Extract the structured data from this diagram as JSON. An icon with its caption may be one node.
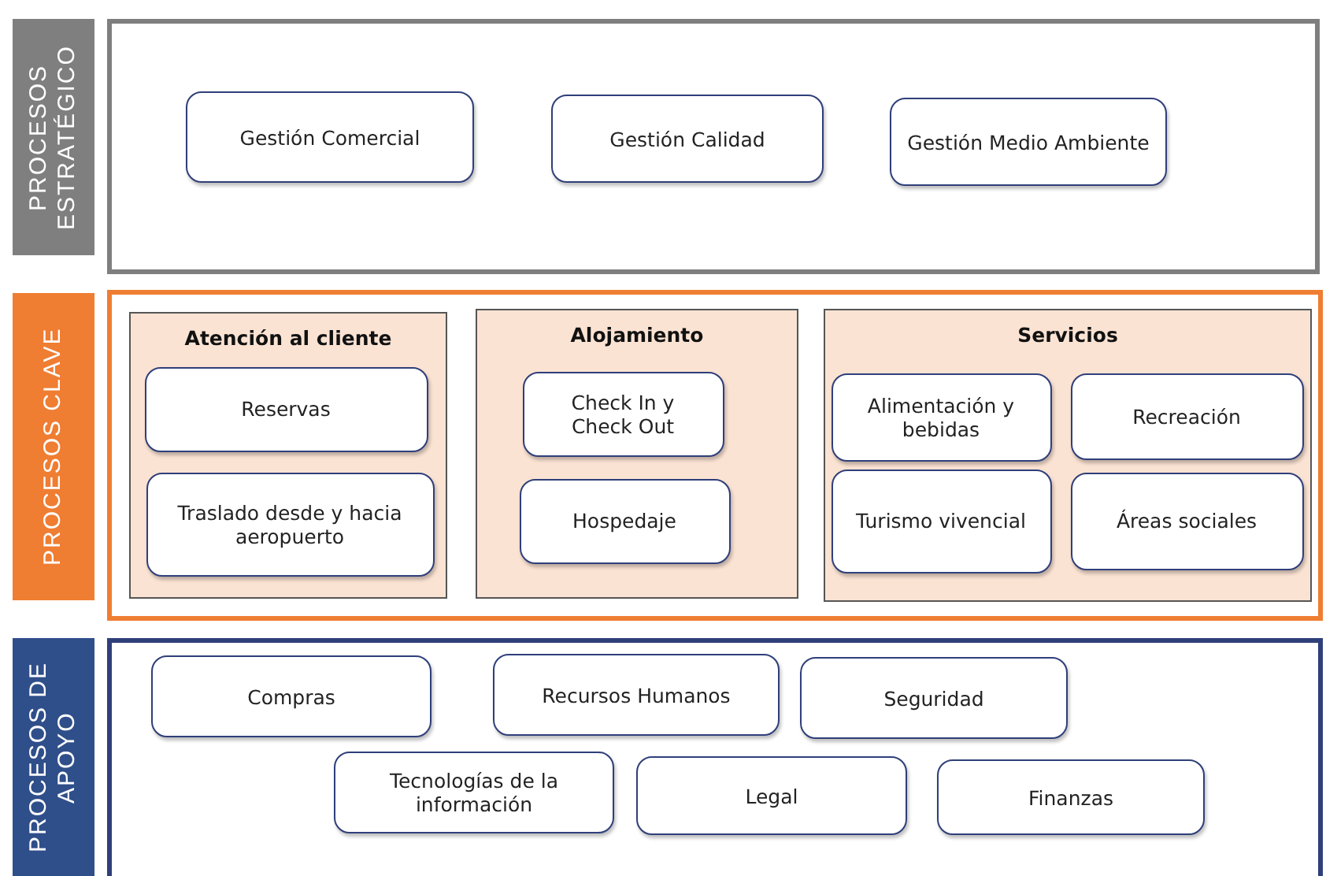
{
  "diagram": {
    "nodes": [
      {
        "text": [
          "PROCESOS ESTRATÉGICO"
        ]
      },
      {
        "text": [
          "Gestión Comercial"
        ],
        "in": 0
      },
      {
        "text": [
          "Gestión Calidad"
        ],
        "in": 0
      },
      {
        "text": [
          "Gestión Medio Ambiente"
        ],
        "in": 0
      },
      {
        "text": [
          "PROCESOS CLAVE"
        ]
      },
      {
        "text": [
          "Atención al cliente"
        ],
        "in": 4
      },
      {
        "text": [
          "Reservas"
        ],
        "in": 5
      },
      {
        "text": [
          "Traslado desde y hacia aeropuerto"
        ],
        "in": 5
      },
      {
        "text": [
          "Alojamiento"
        ],
        "in": 4
      },
      {
        "text": [
          "Check In y Check Out"
        ],
        "in": 8
      },
      {
        "text": [
          "Hospedaje"
        ],
        "in": 8
      },
      {
        "text": [
          "Servicios"
        ],
        "in": 4
      },
      {
        "text": [
          "Alimentación y bebidas"
        ],
        "in": 11
      },
      {
        "text": [
          "Recreación"
        ],
        "in": 11
      },
      {
        "text": [
          "Turismo vivencial"
        ],
        "in": 11
      },
      {
        "text": [
          "Áreas sociales"
        ],
        "in": 11
      },
      {
        "text": [
          "PROCESOS DE APOYO"
        ]
      },
      {
        "text": [
          "Compras"
        ],
        "in": 16
      },
      {
        "text": [
          "Recursos Humanos"
        ],
        "in": 16
      },
      {
        "text": [
          "Seguridad"
        ],
        "in": 16
      },
      {
        "text": [
          "Tecnologías de la información"
        ],
        "in": 16
      },
      {
        "text": [
          "Legal"
        ],
        "in": 16
      },
      {
        "text": [
          "Finanzas"
        ],
        "in": 16
      }
    ],
    "edges": []
  }
}
